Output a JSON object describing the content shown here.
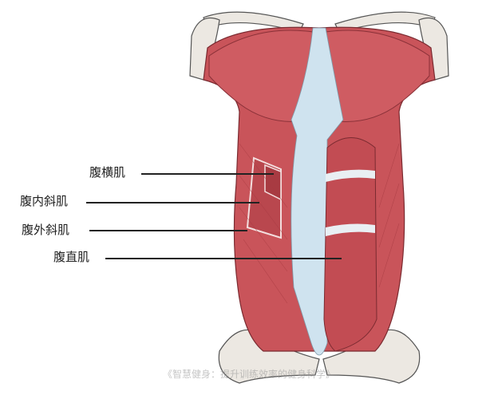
{
  "labels": {
    "transversus": "腹横肌",
    "internal_oblique": "腹内斜肌",
    "external_oblique": "腹外斜肌",
    "rectus": "腹直肌"
  },
  "watermark": "《智慧健身：提升训练效率的健身科学》",
  "colors": {
    "muscle": "#c9545a",
    "muscle_dark": "#a83b42",
    "fascia": "#cfe3ef",
    "bone": "#ece8e2",
    "leader": "#222222"
  }
}
